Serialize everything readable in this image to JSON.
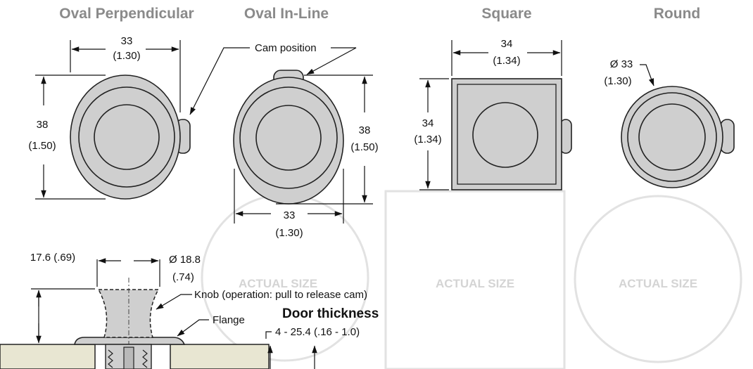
{
  "titles": {
    "oval_perpendicular": "Oval Perpendicular",
    "oval_inline": "Oval In-Line",
    "square": "Square",
    "round": "Round"
  },
  "dims": {
    "op_width_mm": "33",
    "op_width_in": "(1.30)",
    "op_height_mm": "38",
    "op_height_in": "(1.50)",
    "cam_position": "Cam position",
    "oi_height_mm": "38",
    "oi_height_in": "(1.50)",
    "oi_width_mm": "33",
    "oi_width_in": "(1.30)",
    "sq_width_mm": "34",
    "sq_width_in": "(1.34)",
    "sq_height_mm": "34",
    "sq_height_in": "(1.34)",
    "round_dia_mm": "Ø 33",
    "round_dia_in": "(1.30)"
  },
  "side": {
    "height": "17.6 (.69)",
    "knob_dia_mm": "Ø 18.8",
    "knob_dia_in": "(.74)",
    "knob_label": "Knob (operation: pull to release cam)",
    "flange_label": "Flange",
    "door_title": "Door thickness",
    "door_range": "4 - 25.4 (.16 - 1.0)"
  },
  "watermark": "ACTUAL SIZE",
  "colors": {
    "part_fill": "#cfcfcf",
    "part_dark": "#b9b9b9",
    "door_fill": "#e8e6d2",
    "title_gray": "#8a8a8a",
    "watermark_gray": "#d4d4d4"
  }
}
